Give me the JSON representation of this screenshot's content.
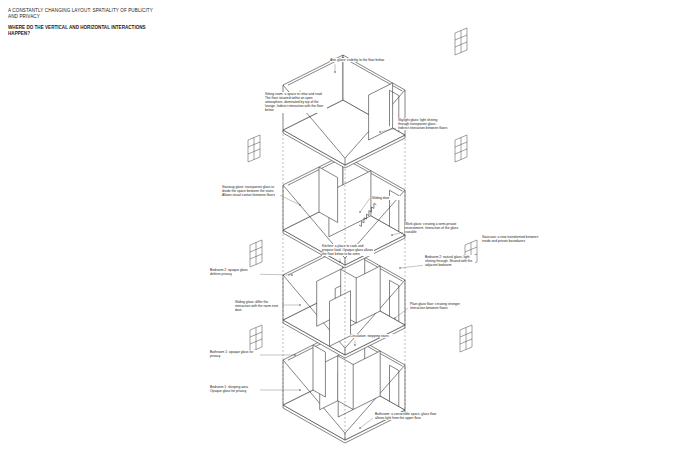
{
  "diagram": {
    "title": "A CONSTANTLY CHANGING LAYOUT: SPATIALITY OF PUBLICITY AND PRIVACY",
    "labels": [
      "WHERE DO THE VERTICAL AND HORIZONTAL INTERACTIONS HAPPEN?",
      "Attic glass: visibility to the floor below",
      "Sitting room: a space to relax and read. The floor situated within an open atmosphere, dominated by top of the lounge. Indirect interaction with the floor below",
      "Skylight glass: light shining through transparent glass. Indirect interaction between floors",
      "Sliding door",
      "Stairway glass: transparent glass to divide the space between the stairs. Allows visual contact between floors",
      "Work glass: creating a semi-private environment. Interaction of the glass variable",
      "Kitchen: a place to cook and prepare food. Opaque glass allows the floor below to be seen",
      "Bedroom 2: natural glass, light shining through. Shared with the adjacent bedroom",
      "Bedroom 2: opaque glass defines privacy",
      "Sliding glass: differ the interaction with the room next door",
      "Plain glass floor: creating stronger interaction between floors",
      "Circulation: stepping stairs",
      "Bathroom 1: opaque glass for privacy",
      "Bedroom 1: sleeping area. Opaque glass for privacy",
      "Bathroom: a convertible space, glass floor allows light from the upper floor",
      "Staircase: a new transformed between inside and private boundaries"
    ]
  }
}
